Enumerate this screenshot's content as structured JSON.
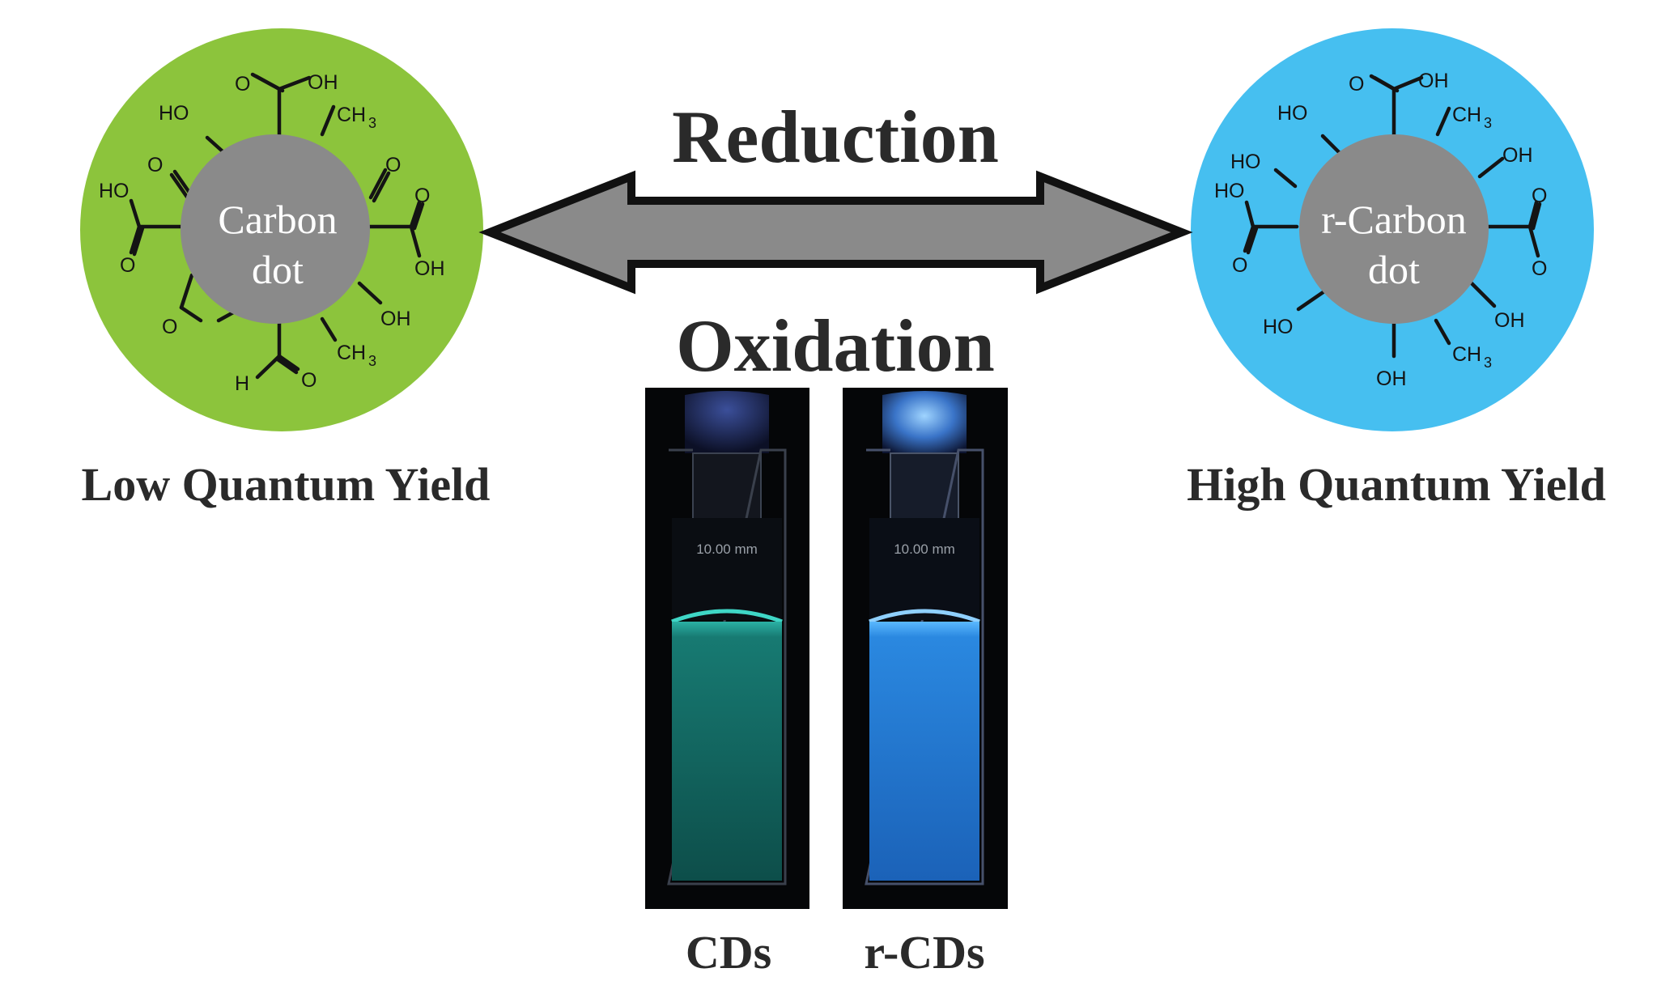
{
  "labels": {
    "reduction": "Reduction",
    "oxidation": "Oxidation",
    "left_caption": "Low Quantum Yield",
    "right_caption": "High Quantum Yield",
    "cuvette_left": "CDs",
    "cuvette_right": "r-CDs"
  },
  "left_dot": {
    "core_line1": "Carbon",
    "core_line2": "dot",
    "fill_color": "#8cc43c",
    "groups": [
      "O",
      "OH",
      "HO",
      "CH",
      "3",
      "O",
      "O",
      "HO",
      "O",
      "O",
      "OH",
      "O",
      "OH",
      "CH",
      "3",
      "H",
      "O"
    ]
  },
  "right_dot": {
    "core_line1": "r-Carbon",
    "core_line2": "dot",
    "fill_color": "#46bff0",
    "groups": [
      "O",
      "OH",
      "HO",
      "CH",
      "3",
      "HO",
      "OH",
      "HO",
      "O",
      "O",
      "O",
      "OH",
      "HO",
      "OH",
      "CH",
      "3",
      "OH"
    ]
  },
  "cuvettes": {
    "etch_left": "10.00 mm",
    "etch_right": "10.00 mm",
    "left_glow": "#1f8f8a",
    "right_glow": "#2f8fe8"
  },
  "arrow_color": "#8a8a8a"
}
